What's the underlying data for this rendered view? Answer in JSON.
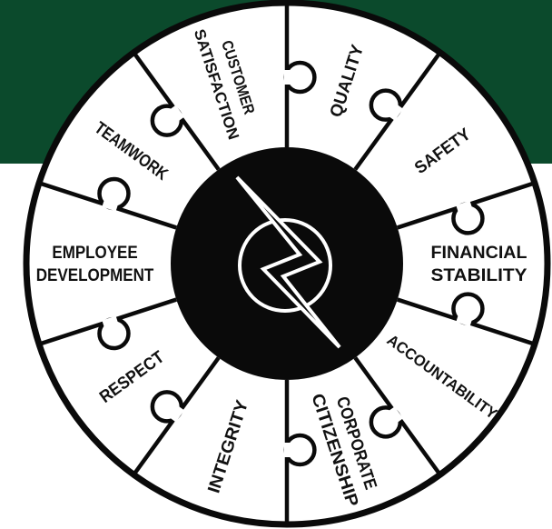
{
  "colors": {
    "banner": "#0b4a2c",
    "hub": "#0a0a0a",
    "outline": "#0a0a0a",
    "segment_fill": "#ffffff",
    "logo_stroke": "#ffffff"
  },
  "icons": {
    "center_logo": "lightning-bolt-circle-icon"
  },
  "wheel": {
    "segments": [
      {
        "name": "quality",
        "lines": [
          "QUALITY"
        ]
      },
      {
        "name": "safety",
        "lines": [
          "SAFETY"
        ]
      },
      {
        "name": "financial-stability",
        "lines": [
          "FINANCIAL",
          "STABILITY"
        ]
      },
      {
        "name": "accountability",
        "lines": [
          "ACCOUNTABILITY"
        ]
      },
      {
        "name": "corporate-citizenship",
        "lines": [
          "CORPORATE",
          "CITIZENSHIP"
        ]
      },
      {
        "name": "integrity",
        "lines": [
          "INTEGRITY"
        ]
      },
      {
        "name": "respect",
        "lines": [
          "RESPECT"
        ]
      },
      {
        "name": "employee-development",
        "lines": [
          "EMPLOYEE",
          "DEVELOPMENT"
        ]
      },
      {
        "name": "teamwork",
        "lines": [
          "TEAMWORK"
        ]
      },
      {
        "name": "customer-satisfaction",
        "lines": [
          "CUSTOMER",
          "SATISFACTION"
        ]
      }
    ]
  }
}
